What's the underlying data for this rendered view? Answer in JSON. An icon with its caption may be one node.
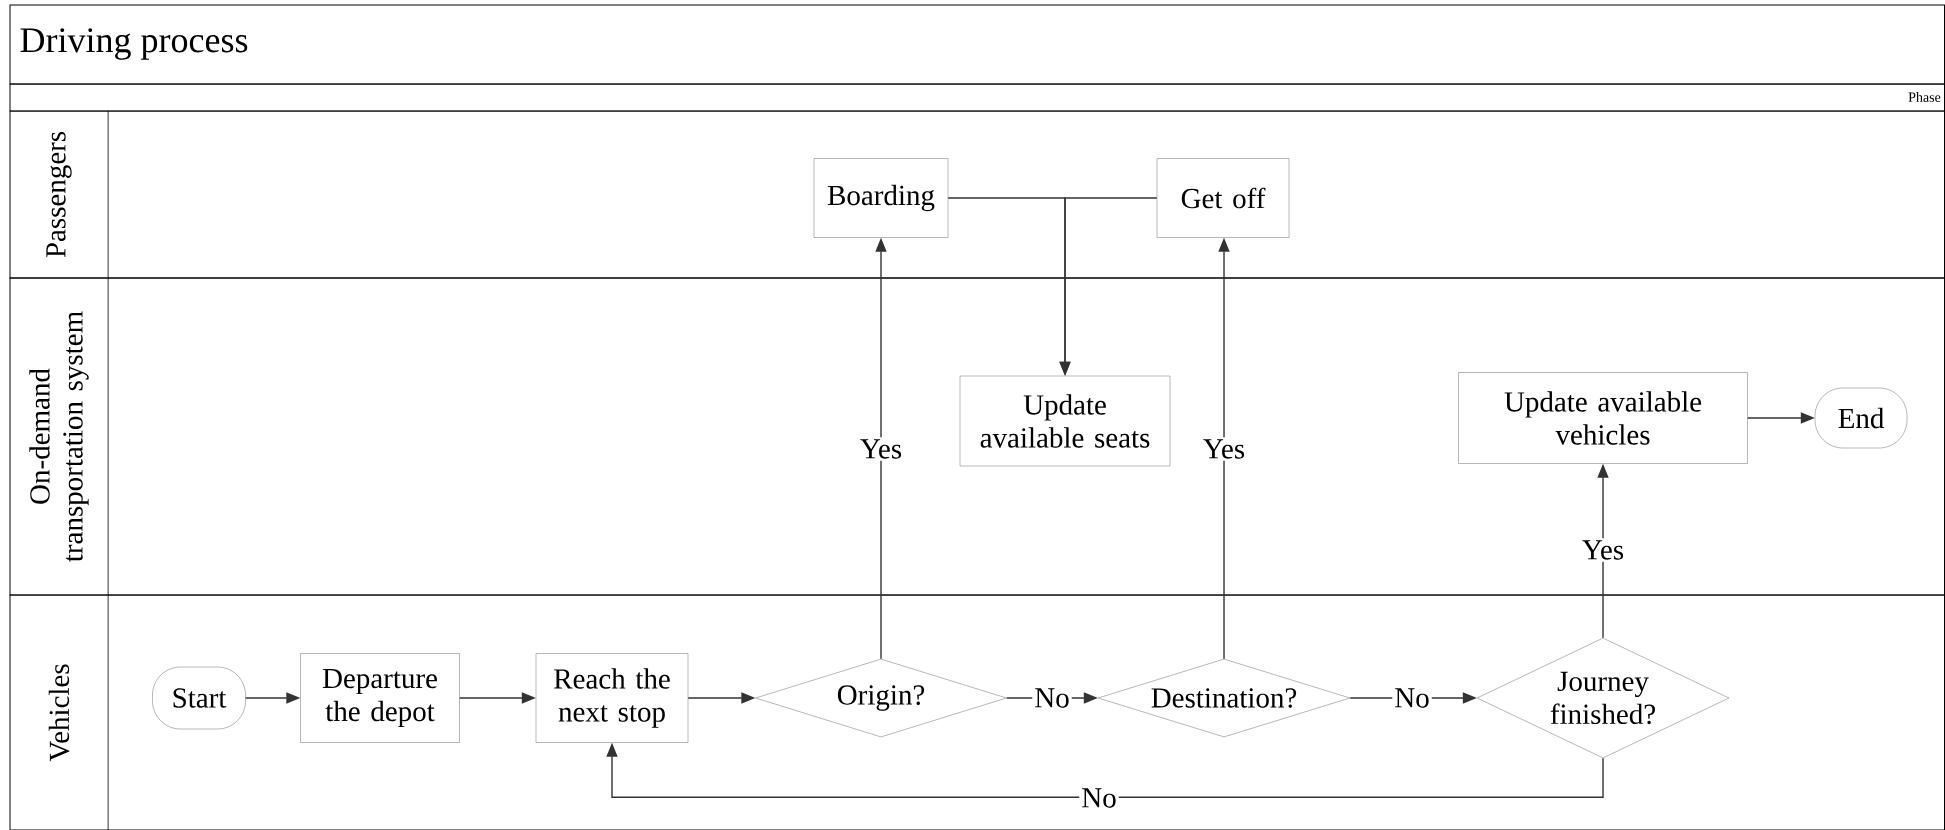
{
  "diagram": {
    "title": "Driving process",
    "nodes": [
      {
        "text": [
          "Passengers"
        ]
      },
      {
        "text": [
          "On-demand transportation system"
        ]
      },
      {
        "text": [
          "Vehicles"
        ]
      },
      {
        "text": [
          "Boarding"
        ],
        "in": 0
      },
      {
        "text": [
          "Get off"
        ],
        "in": 0
      },
      {
        "text": [
          "Update available seats"
        ],
        "in": 1
      },
      {
        "text": [
          "Update available vehicles"
        ],
        "in": 1
      },
      {
        "text": [
          "End"
        ],
        "in": 1
      },
      {
        "text": [
          "Start"
        ],
        "in": 2
      },
      {
        "text": [
          "Departure the depot"
        ],
        "in": 2
      },
      {
        "text": [
          "Reach the next stop"
        ],
        "in": 2
      },
      {
        "text": [
          "Origin?"
        ],
        "in": 2
      },
      {
        "text": [
          "Destination?"
        ],
        "in": 2
      },
      {
        "text": [
          "Journey finished?"
        ],
        "in": 2
      }
    ],
    "edges": [
      {
        "from": 8,
        "to": 9,
        "arrow": "to"
      },
      {
        "from": 9,
        "to": 10,
        "arrow": "to"
      },
      {
        "from": 10,
        "to": 11,
        "arrow": "to"
      },
      {
        "from": 11,
        "to": 3,
        "label": "Yes",
        "arrow": "to"
      },
      {
        "from": 11,
        "to": 12,
        "label": "No",
        "arrow": "to"
      },
      {
        "from": 12,
        "to": 4,
        "label": "Yes",
        "arrow": "to"
      },
      {
        "from": 12,
        "to": 13,
        "label": "No",
        "arrow": "to"
      },
      {
        "from": 13,
        "to": 6,
        "label": "Yes",
        "arrow": "to"
      },
      {
        "from": 13,
        "to": 10,
        "label": "No",
        "arrow": "to"
      },
      {
        "from": 6,
        "to": 7,
        "arrow": "to"
      },
      {
        "from": 3,
        "to": 5,
        "arrow": "to"
      },
      {
        "from": 4,
        "to": 5,
        "arrow": "to"
      }
    ],
    "labels": [
      "Phase"
    ]
  }
}
